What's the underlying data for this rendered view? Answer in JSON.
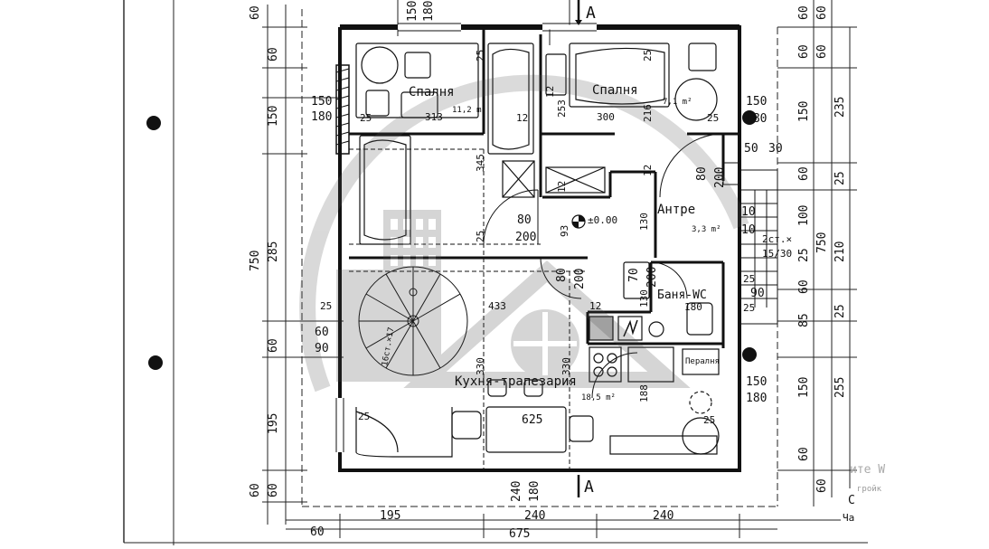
{
  "section_mark": "A",
  "rooms": {
    "bedroom_left": {
      "name": "Спалня",
      "width": "313",
      "area": "11,2 m²"
    },
    "bedroom_right": {
      "name": "Спалня",
      "width": "300",
      "area": "7,1 m²"
    },
    "hall": {
      "name": "Антре",
      "area": "3,3 m²"
    },
    "bath": {
      "name": "Баня-WC",
      "width": "180"
    },
    "kitchen": {
      "name": "Кухня-трапезария",
      "area": "18,5 m²",
      "table_len": "625"
    }
  },
  "labels": {
    "level": "±0.00",
    "stair": "16ст.×17",
    "stair_ext": "2ст.×",
    "stair_ext2": "15/30",
    "laundry": "Пералня",
    "watermark": "ите W",
    "watermark2": "гройк",
    "stamp_c": "С",
    "stamp_ch": "Ча"
  },
  "dims": {
    "top_150": "150",
    "top_180": "180",
    "top_60": "60",
    "left_150": "150",
    "left_180": "180",
    "left_60": "60",
    "left_90": "90",
    "left_750": "750",
    "left_285": "285",
    "left_195": "195",
    "left_150b": "150",
    "left_60c": "60",
    "left_60d": "60",
    "left_60e": "60",
    "inner_25a": "25",
    "inner_25b": "25",
    "inner_25c": "25",
    "inner_25d": "25",
    "inner_25e": "25",
    "inner_25f": "25",
    "inner_25g": "25",
    "inner_25h": "25",
    "inner_12a": "12",
    "inner_12b": "12",
    "inner_12c": "12",
    "inner_12d": "12",
    "inner_12e": "12",
    "inner_253": "253",
    "inner_216": "216",
    "inner_345": "345",
    "door_80a": "80",
    "door_200a": "200",
    "door_80b": "80",
    "door_200b": "200",
    "door_80c": "80",
    "door_200c": "200",
    "door_70": "70",
    "door_200d": "200",
    "inner_93": "93",
    "inner_130a": "130",
    "inner_130b": "130",
    "inner_433": "433",
    "inner_330a": "330",
    "inner_330b": "330",
    "inner_188": "188",
    "inner_240": "240",
    "inner_180": "180",
    "right_150a": "150",
    "right_180a": "180",
    "right_150b": "150",
    "right_180b": "180",
    "right_50": "50",
    "right_30": "30",
    "right_60a": "60",
    "right_100": "100",
    "right_10": "10",
    "right_25": "25",
    "right_90": "90",
    "right_60b": "60",
    "right_60c": "60",
    "right_60d": "60",
    "right_60e": "60",
    "right_150c": "150",
    "right_150d": "150",
    "right_85": "85",
    "right_235": "235",
    "right_25a": "25",
    "right_210": "210",
    "right_25b": "25",
    "right_255": "255",
    "right_750": "750",
    "bot_195": "195",
    "bot_240a": "240",
    "bot_240b": "240",
    "bot_60": "60",
    "bot_675": "675",
    "right_25c": "25",
    "right_25d": "25"
  }
}
